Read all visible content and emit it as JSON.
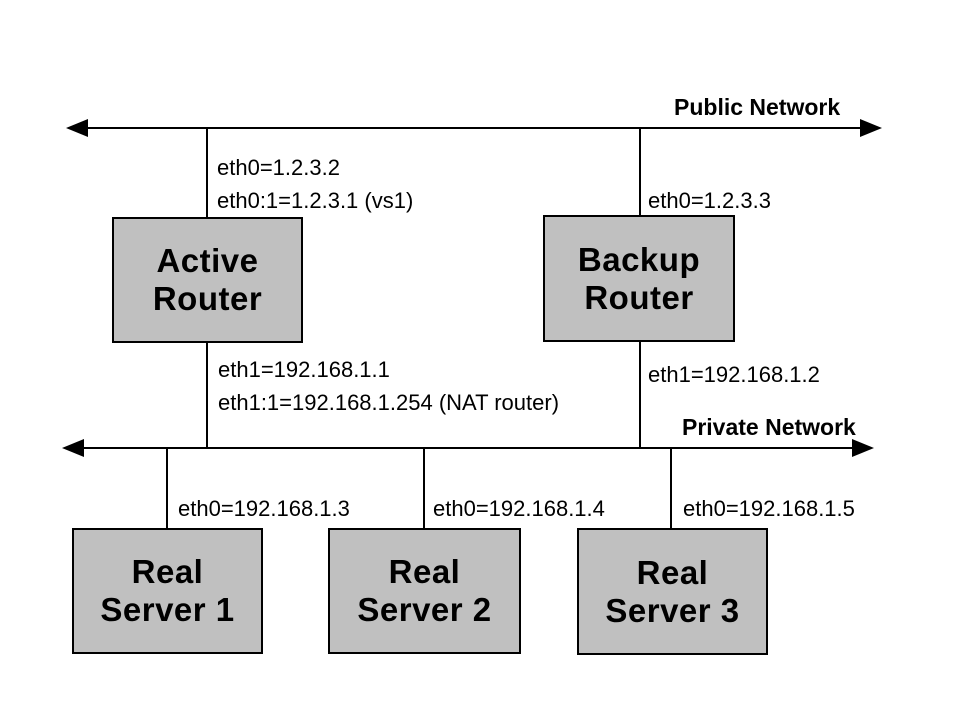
{
  "diagram_type": "network-topology",
  "colors": {
    "background": "#ffffff",
    "node_fill": "#c0c0c0",
    "node_border": "#000000",
    "line": "#000000",
    "text": "#000000"
  },
  "networks": {
    "public": {
      "label": "Public Network"
    },
    "private": {
      "label": "Private Network"
    }
  },
  "routers": {
    "active": {
      "name_line1": "Active",
      "name_line2": "Router",
      "public_if_line1": "eth0=1.2.3.2",
      "public_if_line2": "eth0:1=1.2.3.1 (vs1)",
      "private_if_line1": "eth1=192.168.1.1",
      "private_if_line2": "eth1:1=192.168.1.254 (NAT router)"
    },
    "backup": {
      "name_line1": "Backup",
      "name_line2": "Router",
      "public_if_line1": "eth0=1.2.3.3",
      "private_if_line1": "eth1=192.168.1.2"
    }
  },
  "servers": [
    {
      "name_line1": "Real",
      "name_line2": "Server 1",
      "if_label": "eth0=192.168.1.3"
    },
    {
      "name_line1": "Real",
      "name_line2": "Server 2",
      "if_label": "eth0=192.168.1.4"
    },
    {
      "name_line1": "Real",
      "name_line2": "Server 3",
      "if_label": "eth0=192.168.1.5"
    }
  ]
}
